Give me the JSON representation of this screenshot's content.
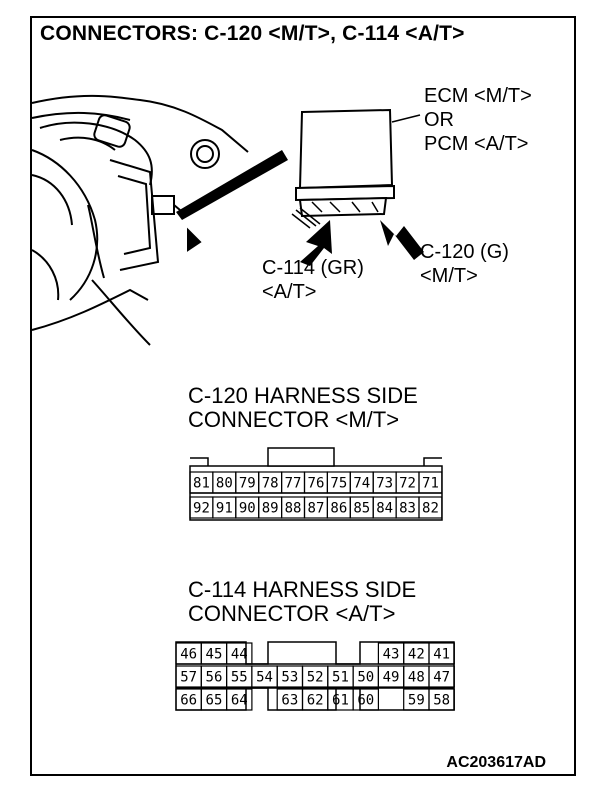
{
  "title": "CONNECTORS: C-120 <M/T>, C-114 <A/T>",
  "callouts": {
    "ecm": [
      "ECM <M/T>",
      "OR",
      "PCM <A/T>"
    ],
    "c120": [
      "C-120 (G)",
      "<M/T>"
    ],
    "c114": [
      "C-114 (GR)",
      "<A/T>"
    ]
  },
  "connector_c120": {
    "heading": [
      "C-120 HARNESS SIDE",
      "CONNECTOR <M/T>"
    ],
    "row1": [
      "81",
      "80",
      "79",
      "78",
      "77",
      "76",
      "75",
      "74",
      "73",
      "72",
      "71"
    ],
    "row2": [
      "92",
      "91",
      "90",
      "89",
      "88",
      "87",
      "86",
      "85",
      "84",
      "83",
      "82"
    ]
  },
  "connector_c114": {
    "heading": [
      "C-114 HARNESS SIDE",
      "CONNECTOR <A/T>"
    ],
    "row1": [
      "46",
      "45",
      "44",
      "",
      "",
      "",
      "",
      "",
      "43",
      "42",
      "41"
    ],
    "row2": [
      "57",
      "56",
      "55",
      "54",
      "53",
      "52",
      "51",
      "50",
      "49",
      "48",
      "47"
    ],
    "row3": [
      "66",
      "65",
      "64",
      "",
      "63",
      "62",
      "61",
      "60",
      "",
      "59",
      "58"
    ]
  },
  "figure_code": "AC203617AD"
}
